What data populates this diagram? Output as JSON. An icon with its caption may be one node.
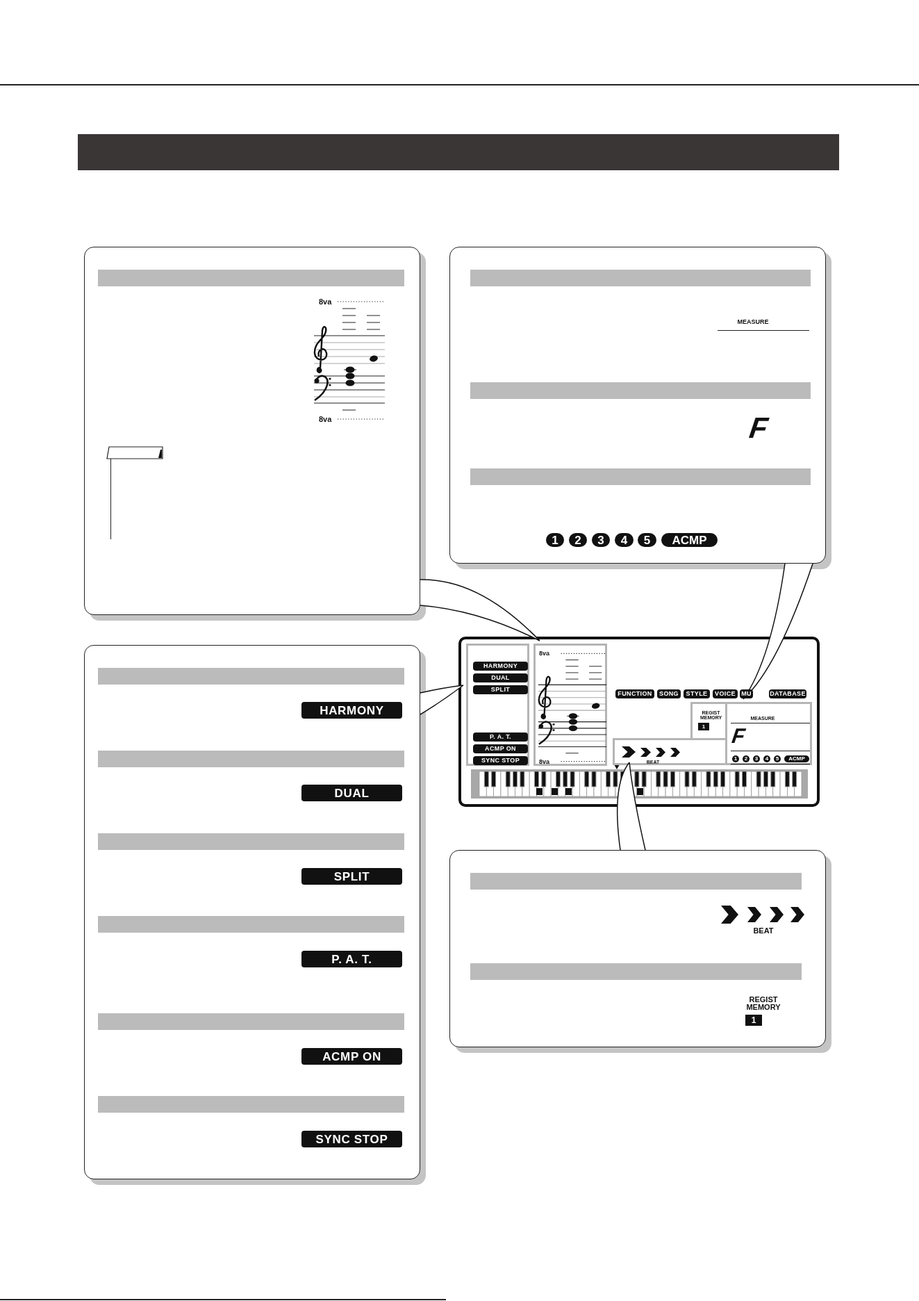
{
  "diagram": {
    "nodes": [
      {
        "text": [
          "8va",
          "8va"
        ]
      },
      {
        "text": [],
        "shape": "bar",
        "in": 0
      },
      {
        "text": [
          "MEASURE",
          "F",
          "1",
          "2",
          "3",
          "4",
          "5",
          "ACMP"
        ]
      },
      {
        "text": [],
        "shape": "bar",
        "in": 2
      },
      {
        "text": [],
        "shape": "bar",
        "in": 2
      },
      {
        "text": [],
        "shape": "bar",
        "in": 2
      },
      {
        "text": [
          "HARMONY",
          "DUAL",
          "SPLIT",
          "P. A. T.",
          "ACMP ON",
          "SYNC STOP"
        ]
      },
      {
        "text": [],
        "shape": "bar",
        "in": 6
      },
      {
        "text": [],
        "shape": "bar",
        "in": 6
      },
      {
        "text": [],
        "shape": "bar",
        "in": 6
      },
      {
        "text": [],
        "shape": "bar",
        "in": 6
      },
      {
        "text": [],
        "shape": "bar",
        "in": 6
      },
      {
        "text": [],
        "shape": "bar",
        "in": 6
      },
      {
        "text": [
          "FUNCTION",
          "SONG",
          "STYLE",
          "VOICE",
          "MU",
          "DATABASE"
        ]
      },
      {
        "text": [
          "HARMONY",
          "DUAL",
          "SPLIT",
          "P. A. T.",
          "ACMP ON",
          "SYNC STOP"
        ],
        "in": 13
      },
      {
        "text": [
          "8va",
          "8va"
        ],
        "in": 13
      },
      {
        "text": [
          "REGIST MEMORY",
          "1"
        ],
        "in": 13
      },
      {
        "text": [
          "MEASURE",
          "F",
          "1",
          "2",
          "3",
          "4",
          "5",
          "ACMP"
        ],
        "in": 13
      },
      {
        "text": [
          "BEAT"
        ],
        "in": 13
      },
      {
        "text": [
          "BEAT",
          "REGIST MEMORY",
          "1"
        ]
      },
      {
        "text": [],
        "shape": "bar",
        "in": 19
      },
      {
        "text": [],
        "shape": "bar",
        "in": 19
      }
    ],
    "edges": [
      {
        "from": 0,
        "to": 15,
        "arrow": "none"
      },
      {
        "from": 2,
        "to": 17,
        "arrow": "none"
      },
      {
        "from": 6,
        "to": 14,
        "arrow": "none"
      },
      {
        "from": 19,
        "to": 18,
        "arrow": "none"
      }
    ]
  }
}
